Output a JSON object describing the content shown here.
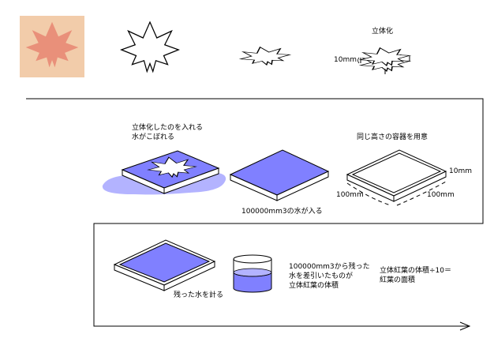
{
  "labels": {
    "solidify": "立体化",
    "thickness_top": "10mm",
    "put_in_line1": "立体化したのを入れる",
    "put_in_line2": "水がこぼれる",
    "prepare_container": "同じ高さの容器を用意",
    "water_enters": "100000mm3の水が入る",
    "dim_height": "10mm",
    "dim_left": "100mm",
    "dim_right": "100mm",
    "measure_remaining": "残った水を計る",
    "result_line1": "100000mm3から残った",
    "result_line2": "水を差引いたものが",
    "result_line3": "立体紅葉の体積",
    "formula_line1": "立体紅葉の体積÷10＝",
    "formula_line2": "紅葉の面積"
  },
  "colors": {
    "water": "#8080ff",
    "spill": "#b3b3ff",
    "photo_bg": "#f2ccaa",
    "leaf_photo": "#e9907a"
  }
}
